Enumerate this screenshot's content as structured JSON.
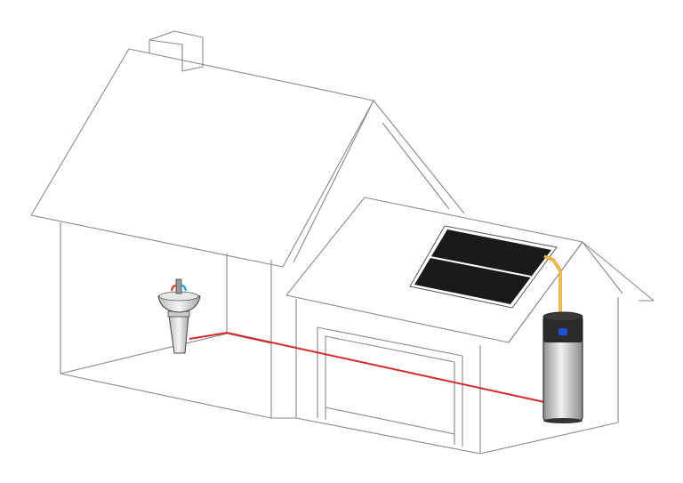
{
  "diagram": {
    "subject": "house-with-solar-water-heating",
    "colors": {
      "outline": "#8a8a8a",
      "hot_pipe": "#d42a2a",
      "solar_pipe": "#f0b030",
      "solar_panel": "#1a1a1a",
      "tank_body": "#c8c8c8",
      "tank_top": "#2a2a2a",
      "tank_indicator": "#1a4fd6",
      "hot_tap": "#e04a2a",
      "cold_tap": "#2aa8e0"
    },
    "components": [
      "house",
      "chimney",
      "garage",
      "garage-door",
      "solar-panel",
      "water-heater-tank",
      "pedestal-sink",
      "hot-water-pipe",
      "solar-loop-pipe"
    ]
  }
}
